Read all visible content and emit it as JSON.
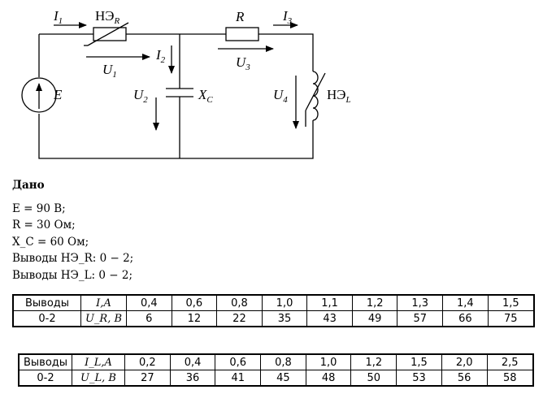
{
  "circuit": {
    "labels": {
      "i1": "I",
      "i1_sub": "1",
      "i2": "I",
      "i2_sub": "2",
      "i3": "I",
      "i3_sub": "3",
      "ner": "НЭ",
      "ner_sub": "R",
      "r": "R",
      "u1": "U",
      "u1_sub": "1",
      "u2": "U",
      "u2_sub": "2",
      "u3": "U",
      "u3_sub": "3",
      "u4": "U",
      "u4_sub": "4",
      "e": "E",
      "xc": "X",
      "xc_sub": "C",
      "nel": "НЭ",
      "nel_sub": "L"
    }
  },
  "given": {
    "heading": "Дано",
    "e_line": "E = 90 В;",
    "r_line": "R = 30 Ом;",
    "xc_line": "X_C = 60 Ом;",
    "ner_line": "Выводы НЭ_R: 0 − 2;",
    "nel_line": "Выводы НЭ_L: 0 − 2;"
  },
  "table1": {
    "header": [
      "Выводы",
      "I,A",
      "0,4",
      "0,6",
      "0,8",
      "1,0",
      "1,1",
      "1,2",
      "1,3",
      "1,4",
      "1,5"
    ],
    "row": [
      "0-2",
      "U_R, В",
      "6",
      "12",
      "22",
      "35",
      "43",
      "49",
      "57",
      "66",
      "75"
    ]
  },
  "table2": {
    "header": [
      "Выводы",
      "I_L,A",
      "0,2",
      "0,4",
      "0,6",
      "0,8",
      "1,0",
      "1,2",
      "1,5",
      "2,0",
      "2,5"
    ],
    "row": [
      "0-2",
      "U_L, В",
      "27",
      "36",
      "41",
      "45",
      "48",
      "50",
      "53",
      "56",
      "58"
    ]
  }
}
